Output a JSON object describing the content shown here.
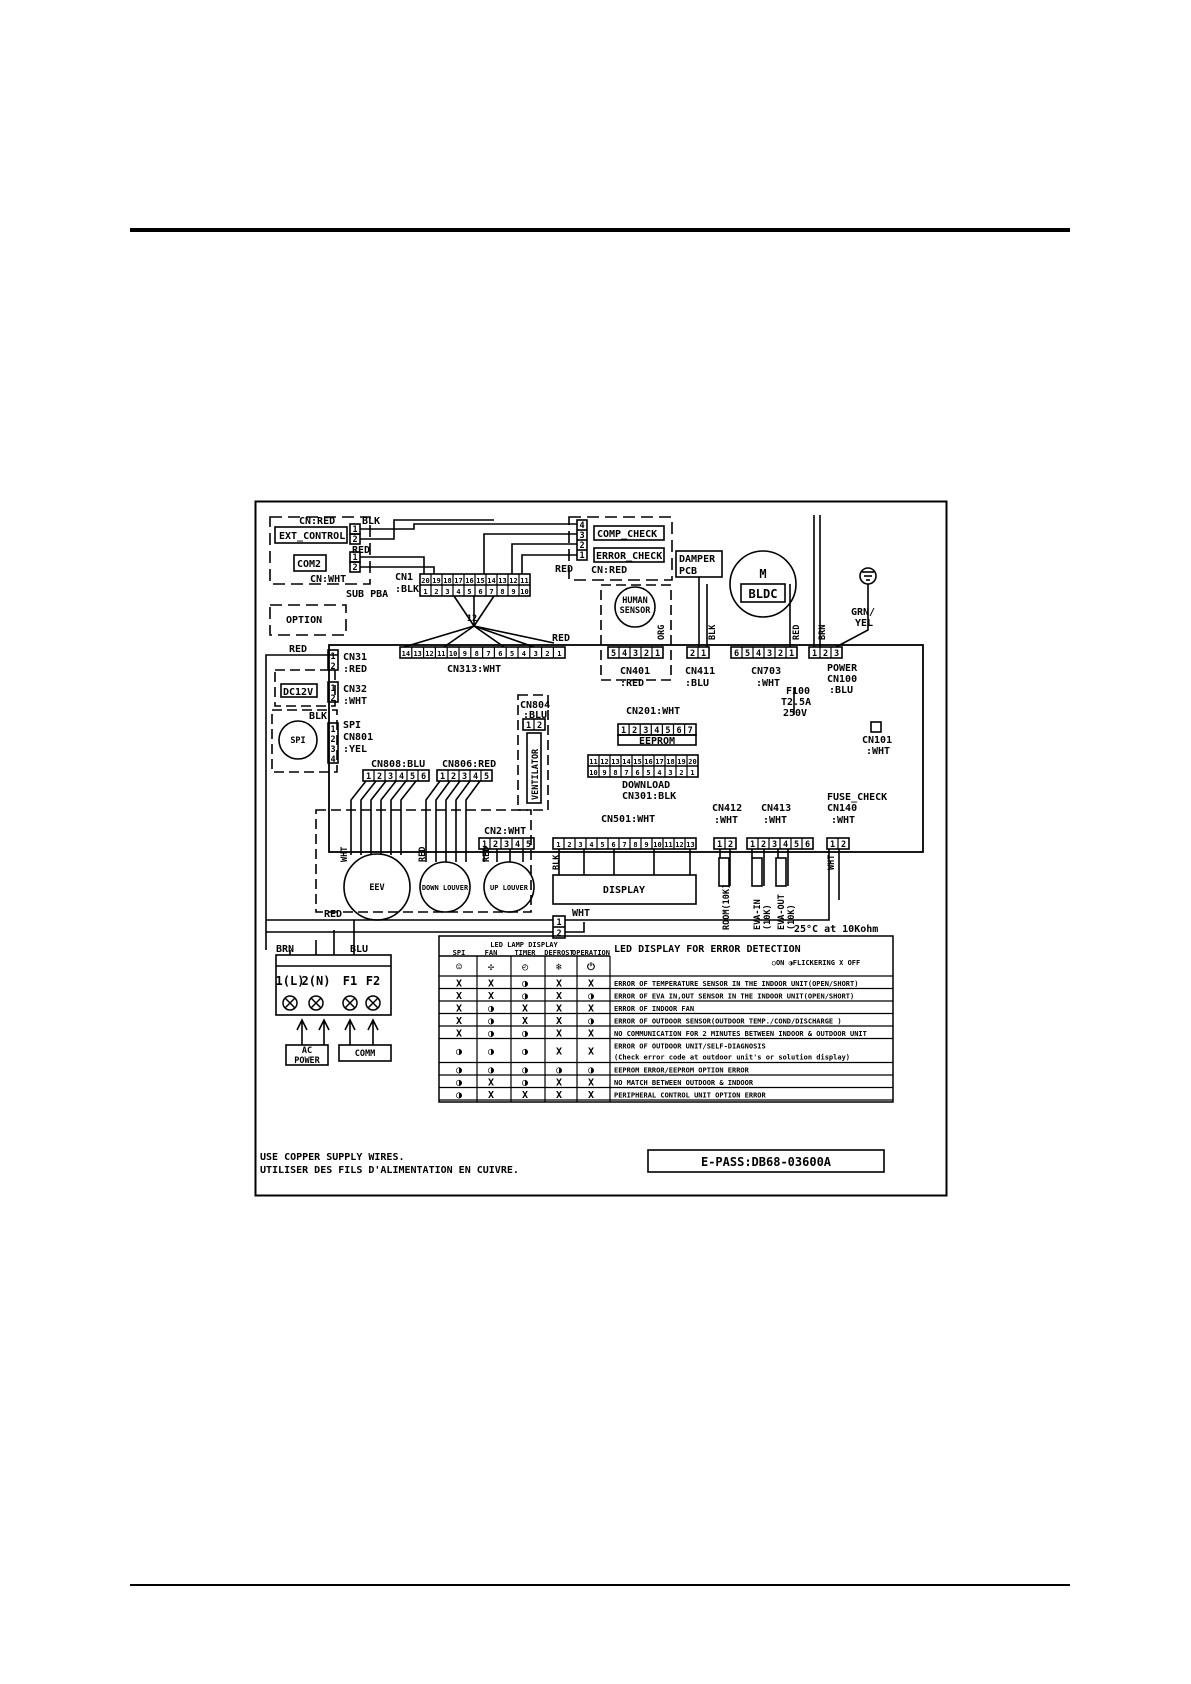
{
  "diagram": {
    "sub_pba": {
      "cn_red_top": "CN:RED",
      "ext_control": "EXT_CONTROL",
      "com2": "COM2",
      "cn_wht": "CN:WHT",
      "sub_pba": "SUB PBA",
      "option": "OPTION"
    },
    "cn1": {
      "label": "CN1",
      "color": ":BLK",
      "top_pins": [
        "20",
        "19",
        "18",
        "17",
        "16",
        "15",
        "14",
        "13",
        "12",
        "11"
      ],
      "bottom_pins": [
        "1",
        "2",
        "3",
        "4",
        "5",
        "6",
        "7",
        "8",
        "9",
        "10"
      ]
    },
    "check_box": {
      "comp_check": "COMP_CHECK",
      "error_check": "ERROR_CHECK",
      "cn_red": "CN:RED",
      "pins": [
        "4",
        "3",
        "2",
        "1"
      ]
    },
    "wire_colors": {
      "blk": "BLK",
      "red": "RED",
      "wht": "WHT",
      "org": "ORG",
      "brn": "BRN",
      "blu": "BLU",
      "grn_yel": "GRN/\nYEL"
    },
    "merge_num": "12",
    "damper": {
      "line1": "DAMPER",
      "line2": "PCB"
    },
    "motor": {
      "m": "M",
      "bldc": "BLDC"
    },
    "ground_label_1": "GRN/",
    "ground_label_2": "YEL",
    "human_sensor": {
      "line1": "HUMAN",
      "line2": "SENSOR"
    },
    "cn313": {
      "label": "CN313:WHT",
      "pins": [
        "14",
        "13",
        "12",
        "11",
        "10",
        "9",
        "8",
        "7",
        "6",
        "5",
        "4",
        "3",
        "2",
        "1"
      ]
    },
    "cn401": {
      "label": "CN401",
      "color": ":RED",
      "pins": [
        "5",
        "4",
        "3",
        "2",
        "1"
      ]
    },
    "cn411": {
      "label": "CN411",
      "color": ":BLU",
      "pins": [
        "2",
        "1"
      ]
    },
    "cn703": {
      "label": "CN703",
      "color": ":WHT",
      "pins": [
        "6",
        "5",
        "4",
        "3",
        "2",
        "1"
      ]
    },
    "power": {
      "label": "POWER",
      "cn": "CN100",
      "color": ":BLU",
      "pins": [
        "1",
        "2",
        "3"
      ]
    },
    "cn31": {
      "label": "CN31",
      "color": ":RED",
      "pins": [
        "1",
        "2"
      ]
    },
    "cn32": {
      "label": "CN32",
      "color": ":WHT",
      "pins": [
        "1",
        "2"
      ]
    },
    "dc12v": "DC12V",
    "spi": {
      "motor": "SPI",
      "label": "SPI",
      "cn": "CN801",
      "color": ":YEL",
      "pins": [
        "1",
        "2",
        "3",
        "4"
      ]
    },
    "cn804": {
      "label": "CN804",
      "color": ":BLU",
      "pins": [
        "1",
        "2"
      ]
    },
    "ventilator": "VENTILATOR",
    "cn201": {
      "label": "CN201:WHT",
      "pins": [
        "1",
        "2",
        "3",
        "4",
        "5",
        "6",
        "7"
      ],
      "eeprom": "EEPROM"
    },
    "fuse": {
      "f100": "F100",
      "rating": "T2.5A",
      "voltage": "250V"
    },
    "cn101": {
      "label": "CN101",
      "color": ":WHT"
    },
    "cn301": {
      "top_pins": [
        "11",
        "12",
        "13",
        "14",
        "15",
        "16",
        "17",
        "18",
        "19",
        "20"
      ],
      "bottom_pins": [
        "10",
        "9",
        "8",
        "7",
        "6",
        "5",
        "4",
        "3",
        "2",
        "1"
      ],
      "download": "DOWNLOAD",
      "label": "CN301:BLK"
    },
    "cn808": {
      "label": "CN808:BLU",
      "pins": [
        "1",
        "2",
        "3",
        "4",
        "5",
        "6"
      ]
    },
    "cn806": {
      "label": "CN806:RED",
      "pins": [
        "1",
        "2",
        "3",
        "4",
        "5"
      ]
    },
    "cn2": {
      "label": "CN2:WHT",
      "pins": [
        "1",
        "2",
        "3",
        "4",
        "5"
      ]
    },
    "cn501": {
      "label": "CN501:WHT",
      "pins": [
        "1",
        "2",
        "3",
        "4",
        "5",
        "6",
        "7",
        "8",
        "9",
        "10",
        "11",
        "12",
        "13"
      ]
    },
    "cn412": {
      "label": "CN412",
      "color": ":WHT",
      "pins": [
        "1",
        "2"
      ]
    },
    "cn413": {
      "label": "CN413",
      "color": ":WHT",
      "pins": [
        "1",
        "2",
        "3",
        "4",
        "5",
        "6"
      ]
    },
    "fuse_check": {
      "label": "FUSE_CHECK",
      "cn": "CN140",
      "color": ":WHT",
      "pins": [
        "1",
        "2"
      ]
    },
    "motors": {
      "eev": "EEV",
      "down": "DOWN LOUVER",
      "up": "UP LOUVER"
    },
    "display": "DISPLAY",
    "thermistors": {
      "room": "ROOM(10K)",
      "eva_in": "EVA-IN",
      "eva_in_val": "(10K)",
      "eva_out": "EVA-OUT",
      "eva_out_val": "(10K)"
    },
    "temp_note": "25°C at 10Kohm",
    "comm_connector": {
      "pins": [
        "1",
        "2"
      ]
    },
    "terminal": {
      "labels": [
        "1(L)",
        "2(N)",
        "F1",
        "F2"
      ],
      "ac": "AC",
      "power": "POWER",
      "comm": "COMM"
    },
    "led_table": {
      "header": "LED LAMP DISPLAY",
      "columns": [
        "SPI",
        "FAN",
        "TIMER",
        "DEFROST",
        "OPERATION"
      ],
      "title": "LED DISPLAY FOR ERROR DETECTION",
      "legend_on": "ON",
      "legend_flicker": "FLICKERING",
      "legend_off": "OFF",
      "rows": [
        {
          "cells": [
            "X",
            "X",
            "F",
            "X",
            "X"
          ],
          "text": "ERROR OF TEMPERATURE SENSOR IN THE INDOOR UNIT(OPEN/SHORT)"
        },
        {
          "cells": [
            "X",
            "X",
            "F",
            "X",
            "F"
          ],
          "text": "ERROR OF EVA IN,OUT SENSOR IN THE INDOOR UNIT(OPEN/SHORT)"
        },
        {
          "cells": [
            "X",
            "F",
            "X",
            "X",
            "X"
          ],
          "text": "ERROR OF INDOOR FAN"
        },
        {
          "cells": [
            "X",
            "F",
            "X",
            "X",
            "F"
          ],
          "text": "ERROR OF OUTDOOR SENSOR(OUTDOOR TEMP./COND/DISCHARGE )"
        },
        {
          "cells": [
            "X",
            "F",
            "F",
            "X",
            "X"
          ],
          "text": "NO COMMUNICATION FOR 2 MINUTES BETWEEN INDOOR & OUTDOOR UNIT"
        },
        {
          "cells": [
            "F",
            "F",
            "F",
            "X",
            "X"
          ],
          "text": "ERROR OF OUTDOOR UNIT/SELF-DIAGNOSIS",
          "text2": "(Check error code at outdoor unit's or solution display)",
          "tall": true
        },
        {
          "cells": [
            "F",
            "F",
            "F",
            "F",
            "F"
          ],
          "text": "EEPROM ERROR/EEPROM OPTION ERROR"
        },
        {
          "cells": [
            "F",
            "X",
            "F",
            "X",
            "X"
          ],
          "text": "NO MATCH BETWEEN OUTDOOR & INDOOR"
        },
        {
          "cells": [
            "F",
            "X",
            "X",
            "X",
            "X"
          ],
          "text": "PERIPHERAL CONTROL UNIT OPTION ERROR"
        }
      ]
    },
    "notes": {
      "line1": "USE COPPER SUPPLY WIRES.",
      "line2": "UTILISER DES FILS D'ALIMENTATION EN CUIVRE."
    },
    "epass": "E-PASS:DB68-03600A"
  }
}
